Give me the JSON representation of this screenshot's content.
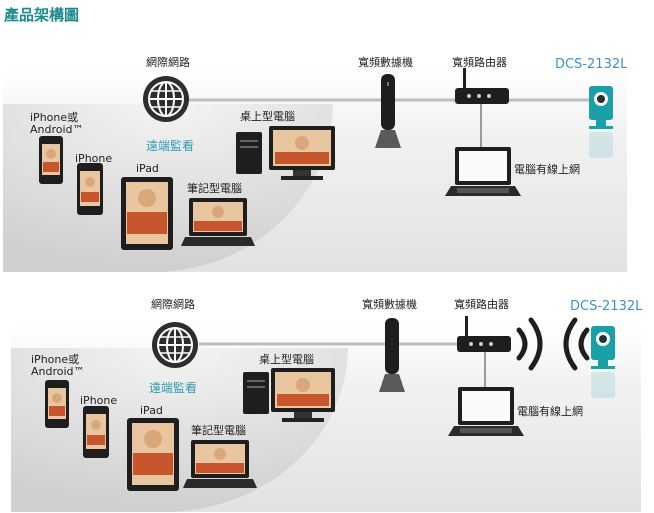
{
  "page_title": "產品架構圖",
  "diagrams": [
    {
      "internet_label": "網際網路",
      "remote_label": "遠端監看",
      "modem_label": "寬頻數據機",
      "router_label": "寬頻路由器",
      "camera_label": "DCS-2132L",
      "wired_pc_label": "電腦有線上網",
      "iphone_android_label": "iPhone或\nAndroid™",
      "iphone_label": "iPhone",
      "ipad_label": "iPad",
      "desktop_label": "桌上型電腦",
      "notebook_label": "筆記型電腦",
      "connection": "wired"
    },
    {
      "internet_label": "網際網路",
      "remote_label": "遠端監看",
      "modem_label": "寬頻數據機",
      "router_label": "寬頻路由器",
      "camera_label": "DCS-2132L",
      "wired_pc_label": "電腦有線上網",
      "iphone_android_label": "iPhone或\nAndroid™",
      "iphone_label": "iPhone",
      "ipad_label": "iPad",
      "desktop_label": "桌上型電腦",
      "notebook_label": "筆記型電腦",
      "connection": "wireless"
    }
  ],
  "icons": {
    "globe": "globe-icon",
    "modem": "modem-icon",
    "router": "router-icon",
    "camera": "camera-icon",
    "laptop": "laptop-icon",
    "desktop": "desktop-icon",
    "phone": "smartphone-icon",
    "tablet": "tablet-icon",
    "wireless": "wireless-signal-icon"
  },
  "colors": {
    "title": "#1a8a8a",
    "panel_gray": "#e3e3e3",
    "remote_text": "#2f9bb0",
    "camera_text": "#3f8fd0",
    "camera_body": "#1aa0a8"
  }
}
